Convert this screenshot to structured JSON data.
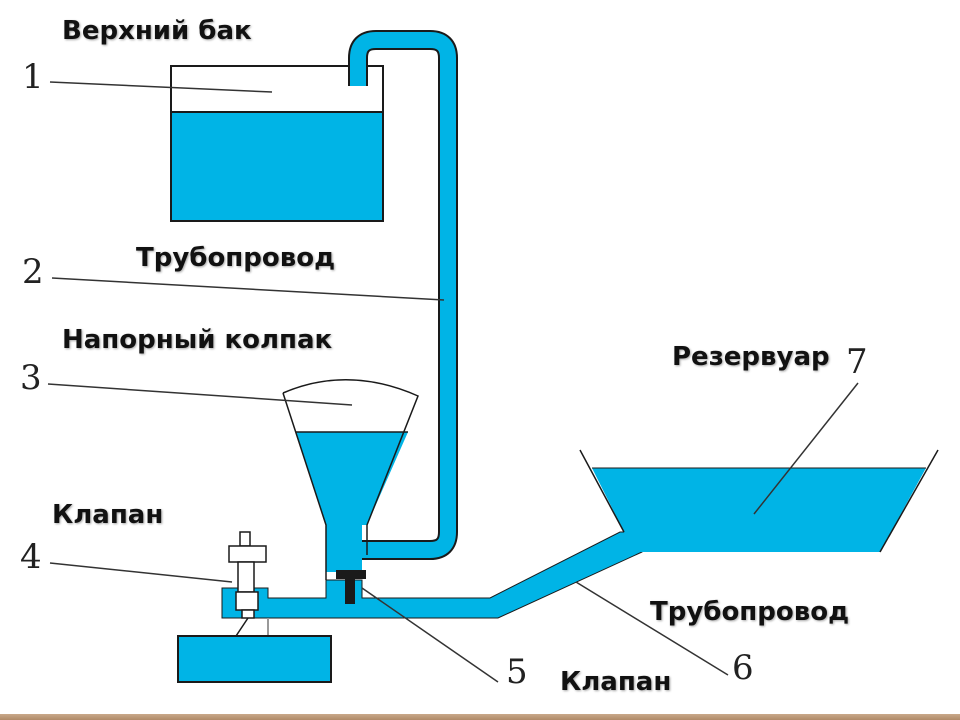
{
  "diagram": {
    "title": "Hydraulic ram water supply scheme",
    "colors": {
      "water": "#00b4e6",
      "outline": "#1a1a1a",
      "background": "#ffffff",
      "bottom_strip": "#b89474"
    },
    "labels": {
      "upper_tank": "Верхний бак",
      "pipeline_top": "Трубопровод",
      "pressure_cap": "Напорный колпак",
      "valve_left": "Клапан",
      "reservoir": "Резервуар",
      "pipeline_bottom": "Трубопровод",
      "valve_bottom": "Клапан"
    },
    "numbers": [
      "1",
      "2",
      "3",
      "4",
      "5",
      "6",
      "7"
    ],
    "components": [
      {
        "id": 1,
        "name": "Верхний бак"
      },
      {
        "id": 2,
        "name": "Трубопровод"
      },
      {
        "id": 3,
        "name": "Напорный колпак"
      },
      {
        "id": 4,
        "name": "Клапан"
      },
      {
        "id": 5,
        "name": "Клапан"
      },
      {
        "id": 6,
        "name": "Трубопровод"
      },
      {
        "id": 7,
        "name": "Резервуар"
      }
    ]
  }
}
